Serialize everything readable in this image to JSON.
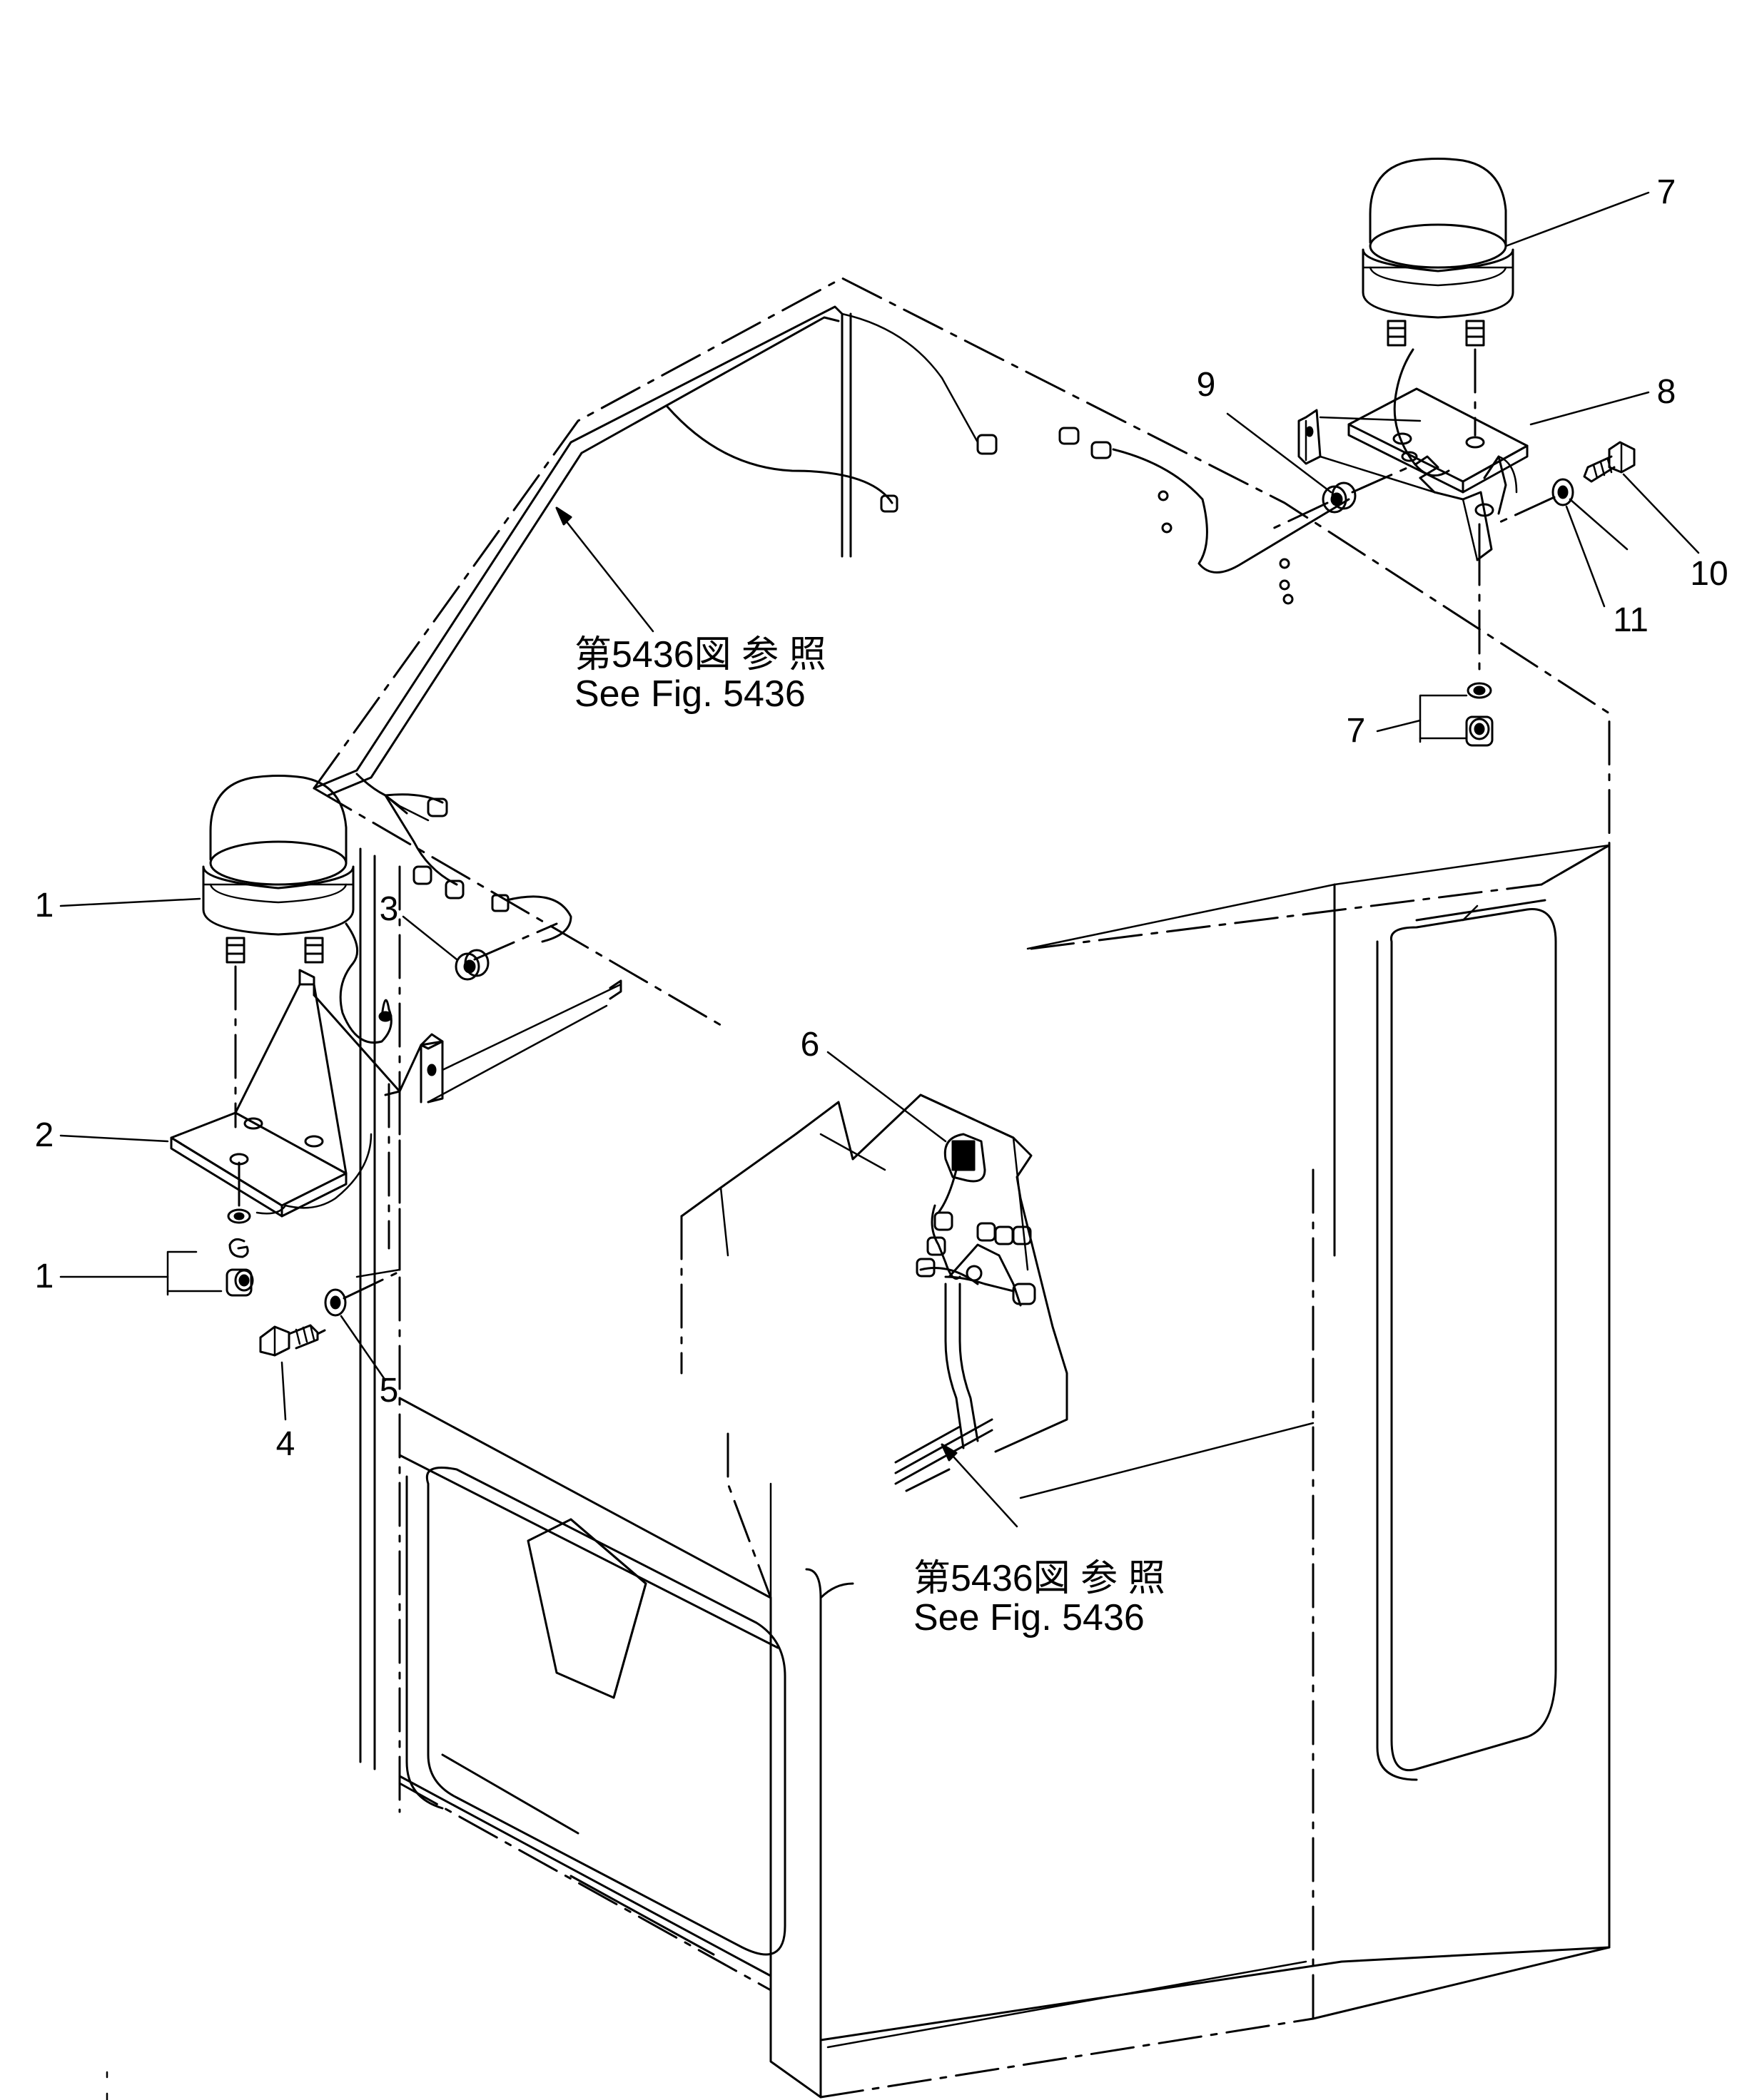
{
  "part_callouts": [
    {
      "id": "callout-1-lamp",
      "label": "1"
    },
    {
      "id": "callout-1-nut",
      "label": "1"
    },
    {
      "id": "callout-2",
      "label": "2"
    },
    {
      "id": "callout-3",
      "label": "3"
    },
    {
      "id": "callout-4",
      "label": "4"
    },
    {
      "id": "callout-5",
      "label": "5"
    },
    {
      "id": "callout-6",
      "label": "6"
    },
    {
      "id": "callout-7-lamp",
      "label": "7"
    },
    {
      "id": "callout-7-nut",
      "label": "7"
    },
    {
      "id": "callout-8",
      "label": "8"
    },
    {
      "id": "callout-9",
      "label": "9"
    },
    {
      "id": "callout-10",
      "label": "10"
    },
    {
      "id": "callout-11",
      "label": "11"
    }
  ],
  "references": [
    {
      "id": "ref-upper",
      "jp": "第5436図 参 照",
      "en": "See  Fig.  5436"
    },
    {
      "id": "ref-lower",
      "jp": "第5436図 参 照",
      "en": "See  Fig.  5436"
    }
  ]
}
